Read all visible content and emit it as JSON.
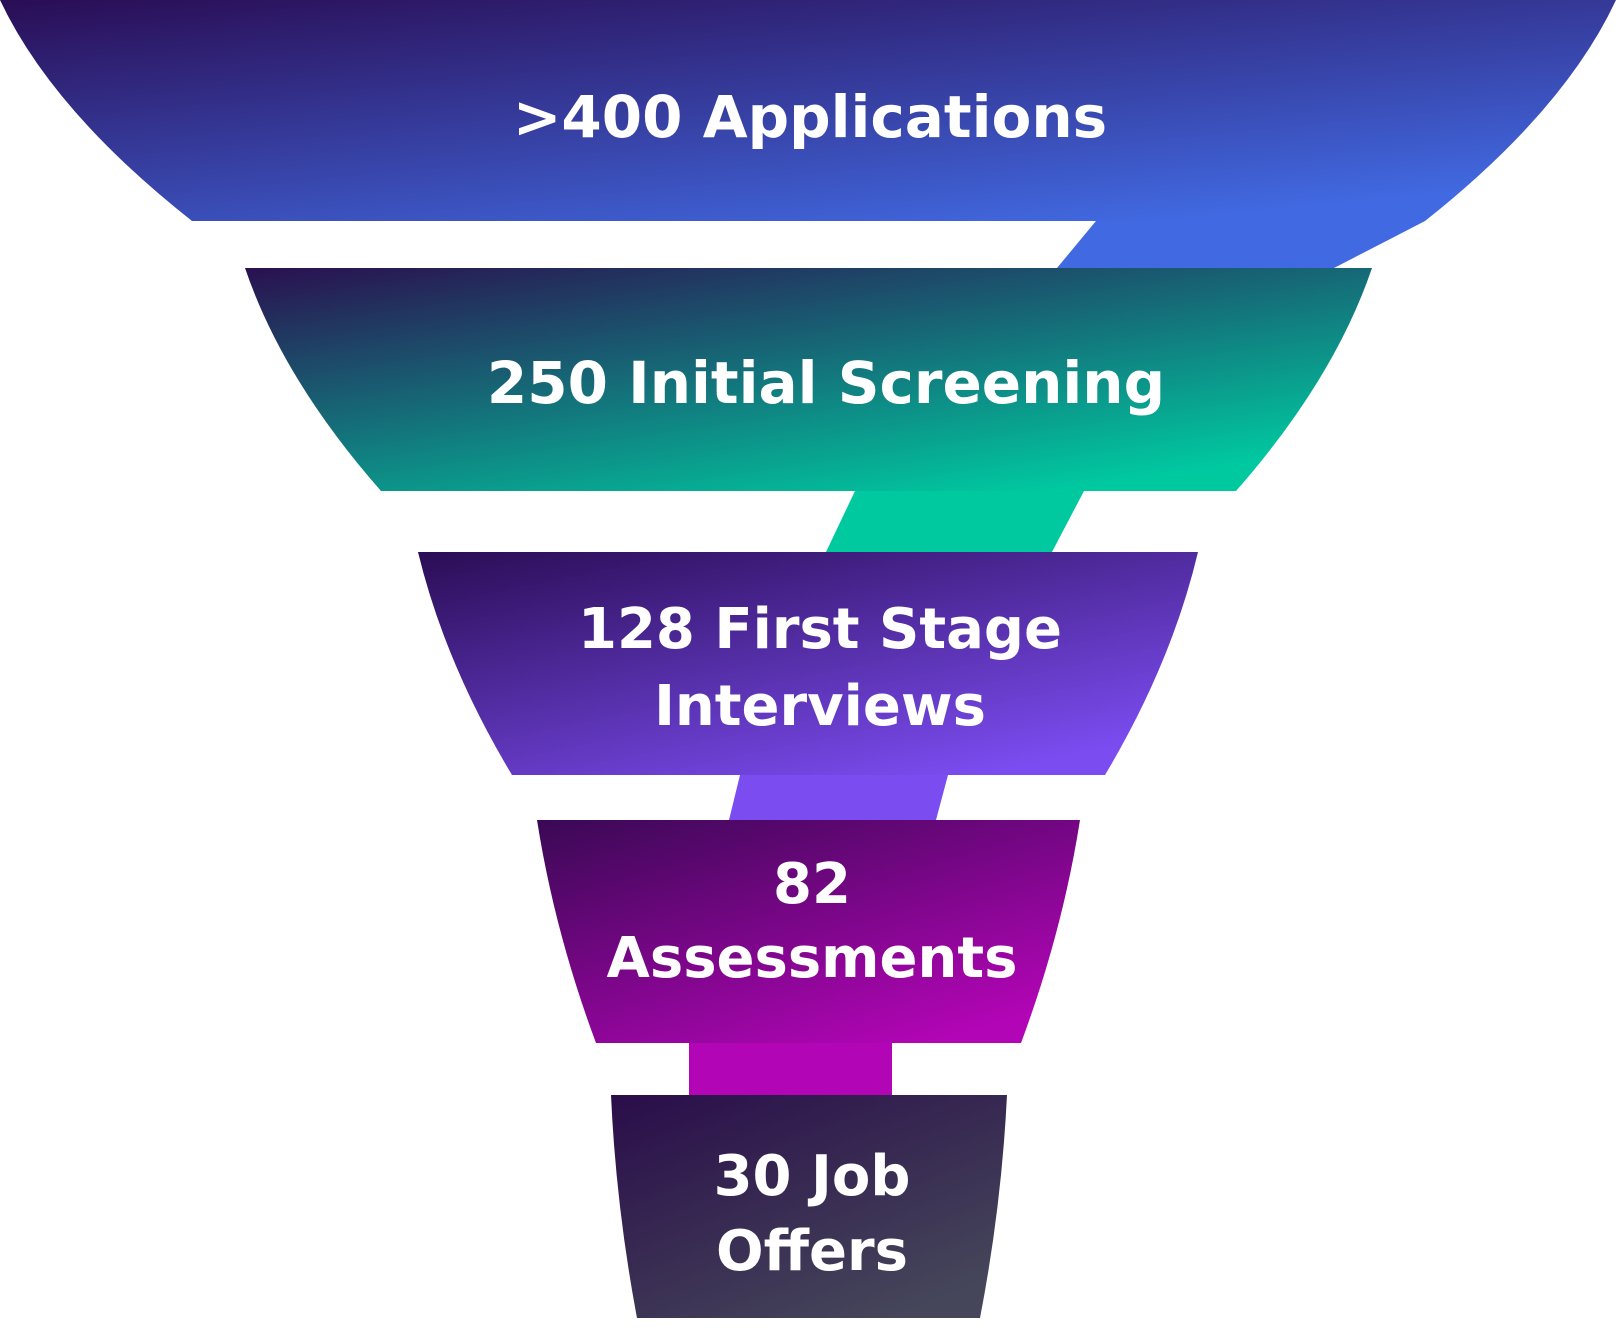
{
  "funnel": {
    "stages": [
      {
        "id": "applications",
        "lines": [
          ">400 Applications"
        ],
        "color_dark": "#2a0d55",
        "color_light": "#4169e1"
      },
      {
        "id": "initial-screening",
        "lines": [
          "250 Initial Screening"
        ],
        "color_dark": "#2a1050",
        "color_light": "#00c9a0"
      },
      {
        "id": "first-stage-interviews",
        "lines": [
          "128 First Stage",
          "Interviews"
        ],
        "color_dark": "#2a0d55",
        "color_light": "#7b4cf0"
      },
      {
        "id": "assessments",
        "lines": [
          "82",
          "Assessments"
        ],
        "color_dark": "#3a0855",
        "color_light": "#b205b5"
      },
      {
        "id": "job-offers",
        "lines": [
          "30 Job",
          "Offers"
        ],
        "color_dark": "#2a0d4a",
        "color_light": "#45465a"
      }
    ]
  },
  "chart_data": {
    "type": "funnel",
    "categories": [
      "Applications",
      "Initial Screening",
      "First Stage Interviews",
      "Assessments",
      "Job Offers"
    ],
    "values": [
      400,
      250,
      128,
      82,
      30
    ],
    "value_prefixes": [
      ">",
      "",
      "",
      "",
      ""
    ]
  }
}
